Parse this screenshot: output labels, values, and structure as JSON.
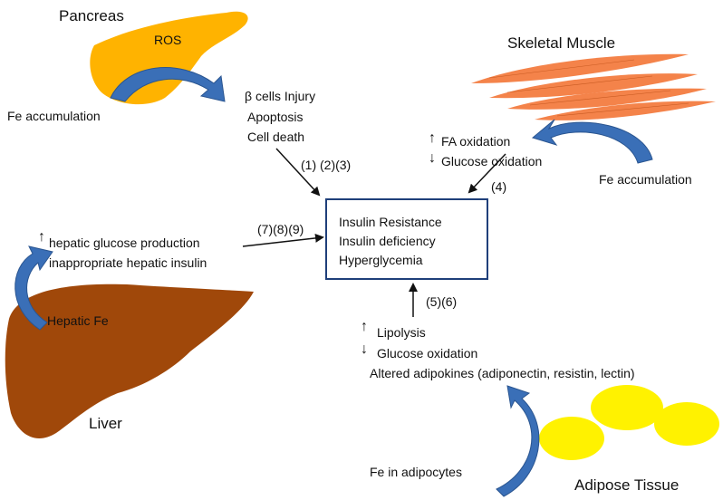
{
  "pancreas": {
    "title": "Pancreas",
    "ros": "ROS",
    "fe_accumulation": "Fe accumulation",
    "effects": [
      "β cells Injury",
      "Apoptosis",
      "Cell death"
    ],
    "refs": "(1) (2)(3)",
    "color": "#FFB300"
  },
  "skeletal_muscle": {
    "title": "Skeletal Muscle",
    "effects": [
      "FA oxidation",
      "Glucose oxidation"
    ],
    "fe_accumulation": "Fe accumulation",
    "refs": "(4)",
    "color": "#F4834A"
  },
  "liver": {
    "title": "Liver",
    "hepatic_fe": "Hepatic Fe",
    "effects": [
      "hepatic glucose production",
      "inappropriate hepatic insulin"
    ],
    "refs": "(7)(8)(9)",
    "color": "#A0480A"
  },
  "adipose": {
    "title": "Adipose Tissue",
    "fe_in_adipocytes": "Fe in adipocytes",
    "effects": [
      "Lipolysis",
      "Glucose oxidation",
      "Altered adipokines (adiponectin, resistin, lectin)"
    ],
    "refs": "(5)(6)",
    "color": "#FFF200"
  },
  "center_box": {
    "lines": [
      "Insulin Resistance",
      "Insulin deficiency",
      "Hyperglycemia"
    ],
    "border_color": "#1F3F7A"
  },
  "symbols": {
    "up_arrow": "↑",
    "down_arrow": "↓"
  },
  "arrow_color": "#3A6FB7"
}
